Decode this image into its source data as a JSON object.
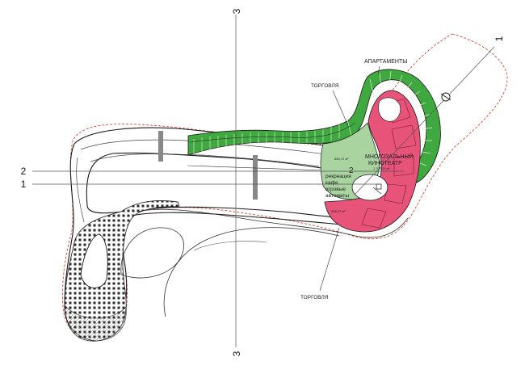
{
  "colors": {
    "green": "#3fa83f",
    "light_green": "#a9d4a0",
    "pink": "#e8537a",
    "site_boundary": "#d24a3a",
    "line": "#1a1a1a"
  },
  "axes": {
    "axis_1": "1",
    "axis_2": "2",
    "axis_3": "3"
  },
  "labels": {
    "apartments": "АПАРТАМЕНТЫ",
    "trade_top": "ТОРГОВЛЯ",
    "trade_bottom": "ТОРГОВЛЯ",
    "cinema_line1": "МНОГОЗАЛЬНЫЙ",
    "cinema_line2": "КИНОТЕАТР",
    "recreation_line1": "рекреация",
    "recreation_line2": "кафе",
    "recreation_line3": "игровые",
    "recreation_line4": "автоматы",
    "zone_number": "2",
    "area_1": "550,72 м²",
    "area_2": "1 709,24 м²",
    "area_3": "246,27 м²"
  }
}
